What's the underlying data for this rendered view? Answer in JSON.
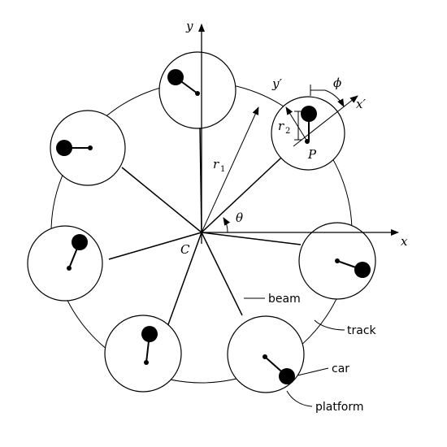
{
  "labels": {
    "x_axis": "x",
    "y_axis": "y",
    "x_prime": "x′",
    "y_prime": "y′",
    "phi": "ϕ",
    "theta": "θ",
    "r1_r": "r",
    "r1_sub": "1",
    "r2_r": "r",
    "r2_sub": "2",
    "center": "C",
    "point": "P",
    "beam": "beam",
    "track": "track",
    "car": "car",
    "platform": "platform"
  },
  "colors": {
    "line": "#000000",
    "background": "#ffffff"
  }
}
